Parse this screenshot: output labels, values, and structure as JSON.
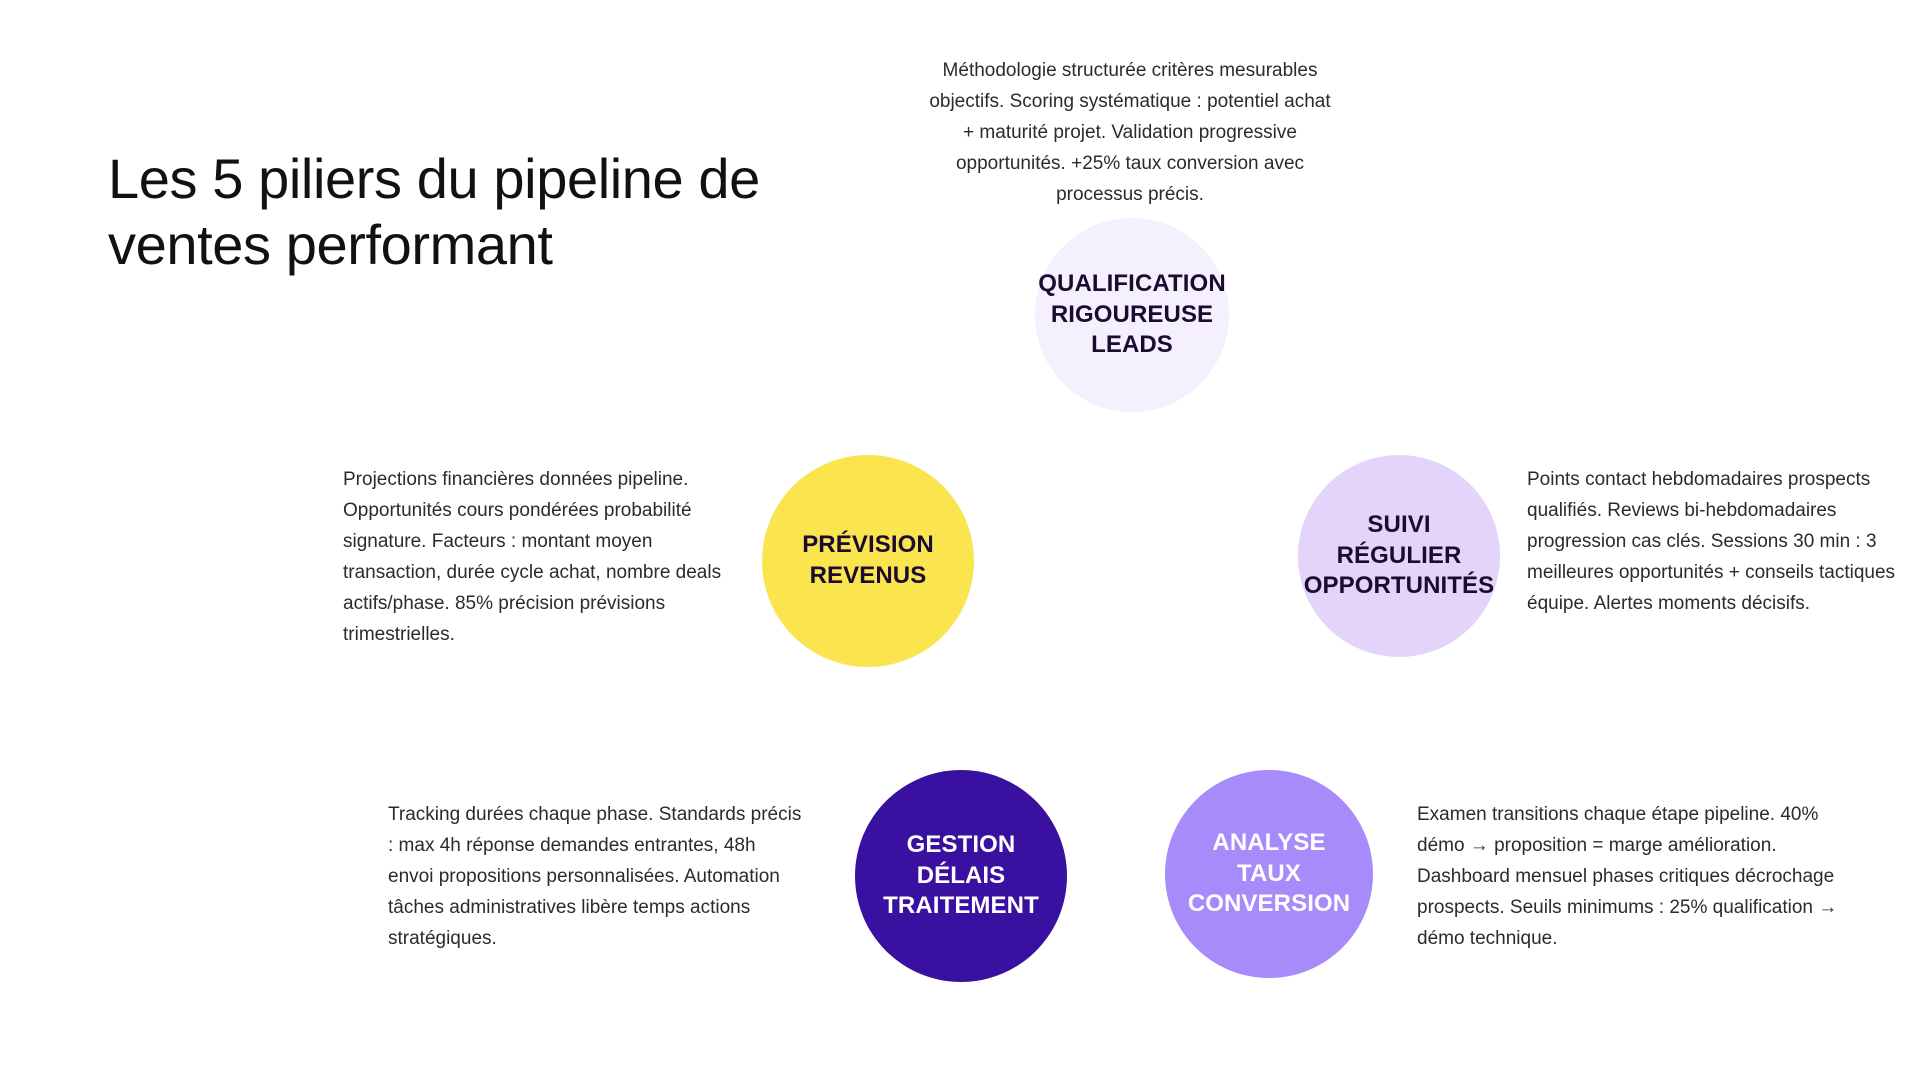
{
  "page": {
    "title": "Les 5 piliers du pipeline de ventes performant",
    "background_color": "#ffffff",
    "text_color": "#2b2b2b"
  },
  "pillars": [
    {
      "id": "qualification-rigoureuse-leads",
      "label": "QUALIFICATION\nRIGOUREUSE\nLEADS",
      "fill_color": "#f5f0fd",
      "label_color": "#1b0b2e",
      "description": "Méthodologie structurée critères mesurables objectifs. Scoring systématique : potentiel achat + maturité projet. Validation progressive opportunités. +25% taux conversion avec processus précis."
    },
    {
      "id": "prevision-revenus",
      "label": "PRÉVISION\nREVENUS",
      "fill_color": "#fae54f",
      "label_color": "#1b0b2e",
      "description": "Projections financières données pipeline. Opportunités cours pondérées probabilité signature. Facteurs : montant moyen transaction, durée cycle achat, nombre deals actifs/phase. 85% précision prévisions trimestrielles."
    },
    {
      "id": "suivi-regulier-opportunites",
      "label": "SUIVI RÉGULIER\nOPPORTUNITÉS",
      "fill_color": "#e4d4fa",
      "label_color": "#1b0b2e",
      "description": "Points contact hebdomadaires prospects qualifiés. Reviews bi-hebdomadaires progression cas clés. Sessions 30 min : 3 meilleures opportunités + conseils tactiques équipe. Alertes moments décisifs."
    },
    {
      "id": "gestion-delais-traitement",
      "label": "GESTION\nDÉLAIS\nTRAITEMENT",
      "fill_color": "#3a10a0",
      "label_color": "#ffffff",
      "description": "Tracking durées chaque phase. Standards précis : max 4h réponse demandes entrantes, 48h envoi propositions personnalisées. Automation tâches administratives libère temps actions stratégiques."
    },
    {
      "id": "analyse-taux-conversion",
      "label": "ANALYSE\nTAUX\nCONVERSION",
      "fill_color": "#a78bfa",
      "label_color": "#ffffff",
      "description": "Examen transitions chaque étape pipeline. 40% démo → proposition = marge amélioration. Dashboard mensuel phases critiques décrochage prospects. Seuils minimums : 25% qualification → démo technique."
    }
  ]
}
